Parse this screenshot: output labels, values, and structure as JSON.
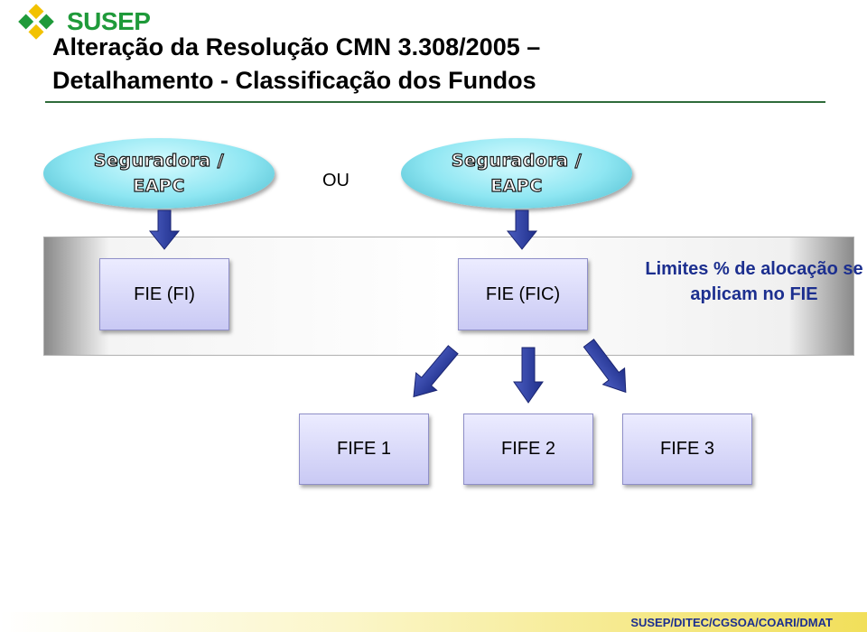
{
  "brand": {
    "logo_text": "SUSEP"
  },
  "title": {
    "line1": "Alteração da Resolução CMN 3.308/2005 –",
    "line2": "Detalhamento - Classificação dos Fundos"
  },
  "entities": {
    "left": "Seguradora / EAPC",
    "right": "Seguradora / EAPC"
  },
  "connector": "OU",
  "funds": {
    "fi": "FIE (FI)",
    "fic": "FIE (FIC)"
  },
  "note": "Limites % de alocação se aplicam no FIE",
  "fife": [
    "FIFE 1",
    "FIFE 2",
    "FIFE 3"
  ],
  "footer": "SUSEP/DITEC/CGSOA/COARI/DMAT",
  "colors": {
    "title_rule": "#2f6b3a",
    "note": "#1c2f8f",
    "arrow": "#2b3f9f",
    "brand": "#1f9a3a"
  }
}
